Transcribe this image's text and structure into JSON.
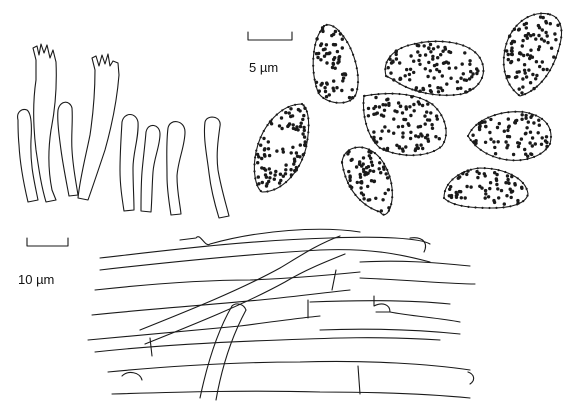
{
  "figure": {
    "scale_bar_small": {
      "label": "5 µm"
    },
    "scale_bar_large": {
      "label": "10 µm"
    },
    "panels": [
      {
        "content": "basidia"
      },
      {
        "content": "basidiospores"
      },
      {
        "content": "hyphae"
      }
    ],
    "line_color": "#1a1a1a",
    "spore_dot_color": "#1a1a1a",
    "background_color": "#ffffff"
  }
}
